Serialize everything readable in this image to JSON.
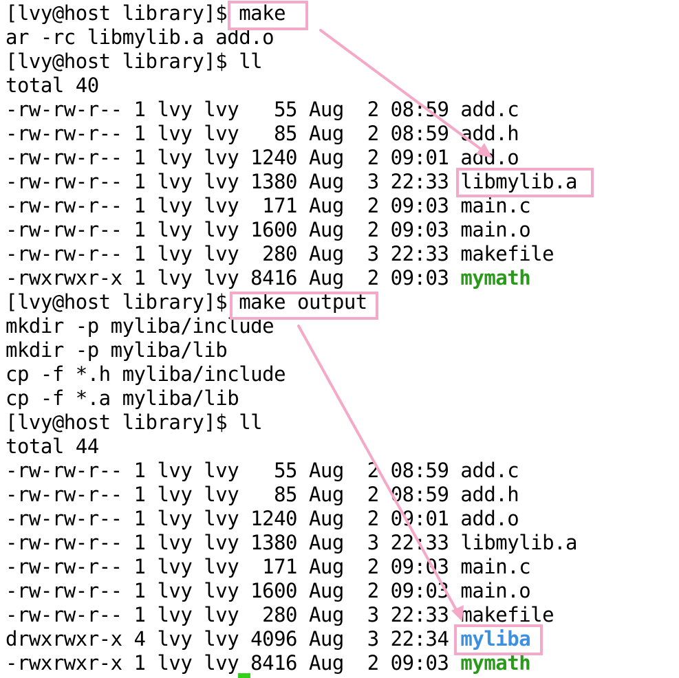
{
  "terminal": {
    "lines": [
      {
        "text": "[lvy@host library]$ make"
      },
      {
        "text": "ar -rc libmylib.a add.o"
      },
      {
        "text": "[lvy@host library]$ ll"
      },
      {
        "text": "total 40"
      },
      {
        "text": "-rw-rw-r-- 1 lvy lvy   55 Aug  2 08:59 add.c"
      },
      {
        "text": "-rw-rw-r-- 1 lvy lvy   85 Aug  2 08:59 add.h"
      },
      {
        "text": "-rw-rw-r-- 1 lvy lvy 1240 Aug  2 09:01 add.o"
      },
      {
        "text": "-rw-rw-r-- 1 lvy lvy 1380 Aug  3 22:33 libmylib.a"
      },
      {
        "text": "-rw-rw-r-- 1 lvy lvy  171 Aug  2 09:03 main.c"
      },
      {
        "text": "-rw-rw-r-- 1 lvy lvy 1600 Aug  2 09:03 main.o"
      },
      {
        "text": "-rw-rw-r-- 1 lvy lvy  280 Aug  3 22:33 makefile"
      },
      {
        "text": "-rwxrwxr-x 1 lvy lvy 8416 Aug  2 09:03 ",
        "tail": "mymath",
        "tail_class": "exe"
      },
      {
        "text": "[lvy@host library]$ make output"
      },
      {
        "text": "mkdir -p myliba/include"
      },
      {
        "text": "mkdir -p myliba/lib"
      },
      {
        "text": "cp -f *.h myliba/include"
      },
      {
        "text": "cp -f *.a myliba/lib"
      },
      {
        "text": "[lvy@host library]$ ll"
      },
      {
        "text": "total 44"
      },
      {
        "text": "-rw-rw-r-- 1 lvy lvy   55 Aug  2 08:59 add.c"
      },
      {
        "text": "-rw-rw-r-- 1 lvy lvy   85 Aug  2 08:59 add.h"
      },
      {
        "text": "-rw-rw-r-- 1 lvy lvy 1240 Aug  2 09:01 add.o"
      },
      {
        "text": "-rw-rw-r-- 1 lvy lvy 1380 Aug  3 22:33 libmylib.a"
      },
      {
        "text": "-rw-rw-r-- 1 lvy lvy  171 Aug  2 09:03 main.c"
      },
      {
        "text": "-rw-rw-r-- 1 lvy lvy 1600 Aug  2 09:03 main.o"
      },
      {
        "text": "-rw-rw-r-- 1 lvy lvy  280 Aug  3 22:33 makefile"
      },
      {
        "text": "drwxrwxr-x 4 lvy lvy 4096 Aug  3 22:34 ",
        "tail": "myliba",
        "tail_class": "dir"
      },
      {
        "text": "-rwxrwxr-x 1 lvy lvy 8416 Aug  2 09:03 ",
        "tail": "mymath",
        "tail_class": "exe"
      }
    ]
  },
  "colors": {
    "annotation": "#f4a9c8",
    "executable": "#2a9a1a",
    "directory": "#3d8fe0",
    "cursor": "#33d11a",
    "background": "#ffffff",
    "text": "#000000"
  }
}
